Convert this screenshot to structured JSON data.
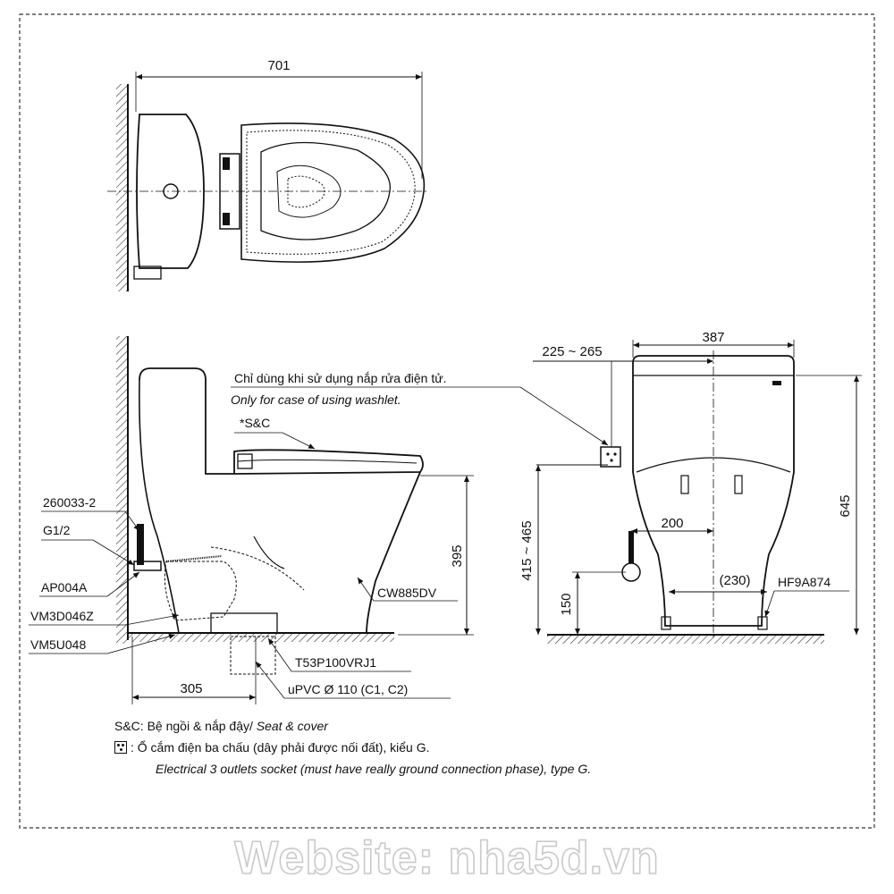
{
  "top_view": {
    "width_dim": "701"
  },
  "side_view": {
    "note_vi": "Chỉ dùng khi sử dụng nắp rửa điện tử.",
    "note_en": "Only for case of using washlet.",
    "seat_label": "*S&C",
    "parts": [
      "260033-2",
      "G1/2",
      "AP004A",
      "VM3D046Z",
      "VM5U048"
    ],
    "bowl_label": "CW885DV",
    "flange_label": "T53P100VRJ1",
    "pipe_label": "uPVC Ø 110 (C1, C2)",
    "rough_in": "305",
    "seat_height": "395"
  },
  "front_view": {
    "socket_range": "225 ~ 265",
    "width": "387",
    "height": "645",
    "socket_height_range": "415 ~ 465",
    "inlet_height": "150",
    "inlet_offset": "200",
    "bolt_spacing": "(230)",
    "bolt_label": "HF9A874"
  },
  "legend": {
    "sc_prefix": "S&C: Bệ ngồi & nắp đậy/ ",
    "sc_en": "Seat & cover",
    "socket_vi": ": Ổ cắm điện ba chấu (dây phải được nối đất), kiểu G.",
    "socket_en": "Electrical 3 outlets socket (must have really ground connection phase), type G."
  },
  "watermark": "Website: nha5d.vn"
}
